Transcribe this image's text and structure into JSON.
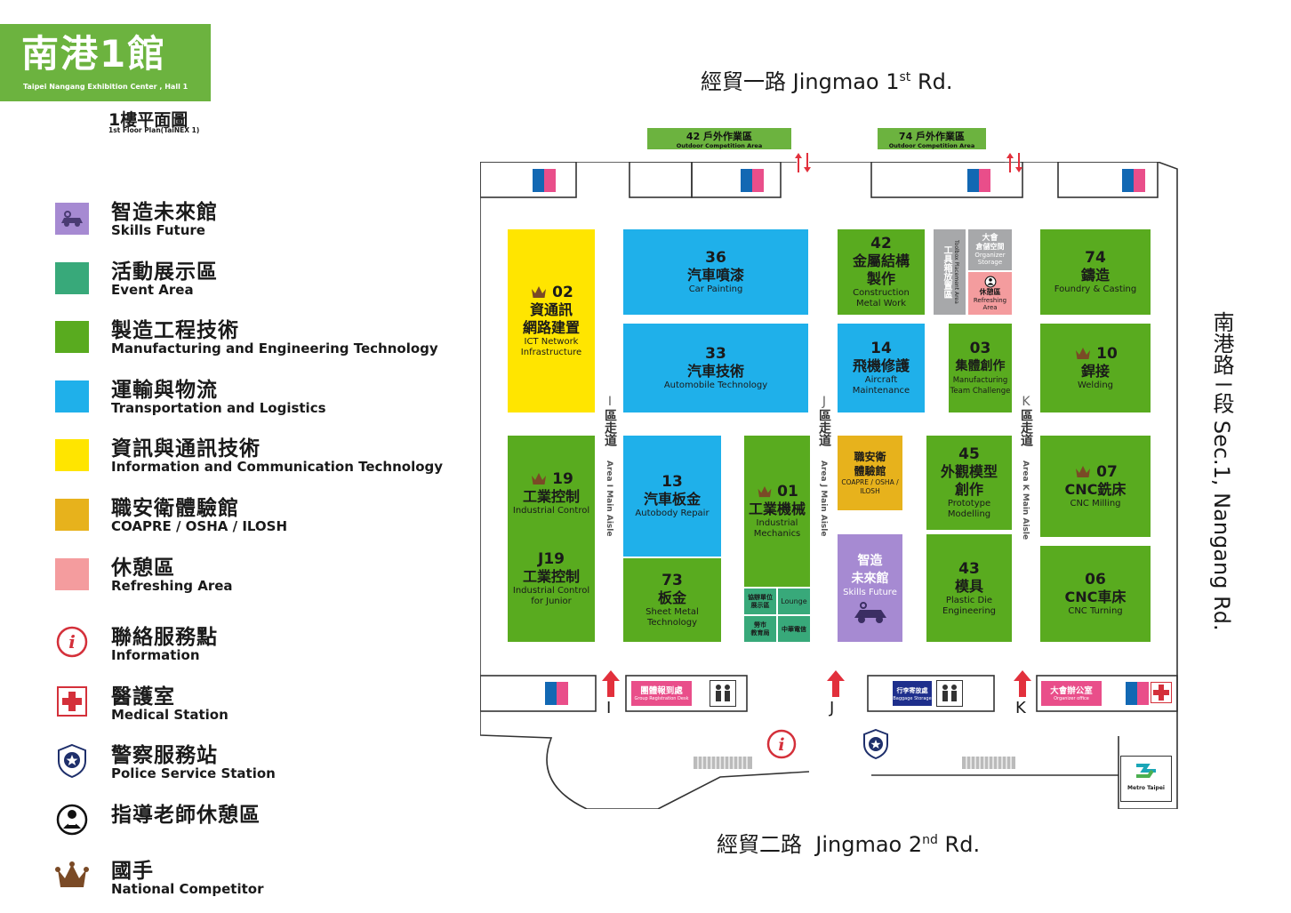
{
  "header": {
    "title": "南港1館",
    "subtitle": "Taipei Nangang Exhibition Center , Hall 1",
    "floor_title": "1樓平面圖",
    "floor_subtitle": "1st Floor Plan(TaiNEX 1)"
  },
  "colors": {
    "skills_future": "#a68ad2",
    "event_area": "#38a97a",
    "manufacturing": "#59ab1f",
    "transportation": "#1fb0ea",
    "ict": "#ffe500",
    "coapre": "#e7b21c",
    "refreshing": "#f49c9e",
    "crown": "#7a4a26"
  },
  "legend": [
    {
      "zh": "智造未來館",
      "en": "Skills Future",
      "kind": "icon-swatch"
    },
    {
      "zh": "活動展示區",
      "en": "Event Area",
      "kind": "swatch"
    },
    {
      "zh": "製造工程技術",
      "en": "Manufacturing and Engineering Technology",
      "kind": "swatch"
    },
    {
      "zh": "運輸與物流",
      "en": "Transportation and Logistics",
      "kind": "swatch"
    },
    {
      "zh": "資訊與通訊技術",
      "en": "Information and Communication Technology",
      "kind": "swatch"
    },
    {
      "zh": "職安衛體驗館",
      "en": "COAPRE / OSHA / ILOSH",
      "kind": "swatch"
    },
    {
      "zh": "休憩區",
      "en": "Refreshing Area",
      "kind": "swatch"
    },
    {
      "zh": "聯絡服務點",
      "en": "Information",
      "kind": "info-icon"
    },
    {
      "zh": "醫護室",
      "en": "Medical Station",
      "kind": "medical-icon"
    },
    {
      "zh": "警察服務站",
      "en": "Police Service Station",
      "kind": "police-icon"
    },
    {
      "zh": "指導老師休憩區",
      "en": "",
      "kind": "teacher-icon"
    },
    {
      "zh": "國手",
      "en": "National Competitor",
      "kind": "crown-icon"
    }
  ],
  "roads": {
    "top_zh": "經貿一路",
    "top_en": "Jingmao 1",
    "top_sup": "st",
    "top_suffix": "Rd.",
    "bottom_zh": "經貿二路",
    "bottom_en": "Jingmao 2",
    "bottom_sup": "nd",
    "bottom_suffix": "Rd.",
    "right": "南港路ㄧ段 Sec.1, Nangang Rd."
  },
  "outdoor": [
    {
      "zh": "42 戶外作業區",
      "en": "Outdoor Competition Area"
    },
    {
      "zh": "74 戶外作業區",
      "en": "Outdoor Competition Area"
    }
  ],
  "booths": {
    "b02": {
      "num": "02",
      "zh1": "資通訊",
      "zh2": "網路建置",
      "en1": "ICT Network",
      "en2": "Infrastructure"
    },
    "b36": {
      "num": "36",
      "zh": "汽車噴漆",
      "en": "Car Painting"
    },
    "b33": {
      "num": "33",
      "zh": "汽車技術",
      "en": "Automobile Technology"
    },
    "b42": {
      "num": "42",
      "zh1": "金屬結構",
      "zh2": "製作",
      "en1": "Construction",
      "en2": "Metal Work"
    },
    "toolbox": {
      "zh": "工具箱放置區",
      "en": "Toolbox Placement Area"
    },
    "organizer": {
      "zh1": "大會",
      "zh2": "倉儲空間",
      "en1": "Organizer",
      "en2": "Storage"
    },
    "rest": {
      "zh": "休憩區",
      "en1": "Refreshing",
      "en2": "Area"
    },
    "b74": {
      "num": "74",
      "zh": "鑄造",
      "en": "Foundry & Casting"
    },
    "b14": {
      "num": "14",
      "zh": "飛機修護",
      "en1": "Aircraft",
      "en2": "Maintenance"
    },
    "b03": {
      "num": "03",
      "zh": "集體創作",
      "en1": "Manufacturing",
      "en2": "Team Challenge"
    },
    "b10": {
      "num": "10",
      "zh": "銲接",
      "en": "Welding"
    },
    "b19": {
      "num": "19",
      "zh": "工業控制",
      "en": "Industrial Control"
    },
    "j19": {
      "num": "J19",
      "zh": "工業控制",
      "en1": "Industrial Control",
      "en2": "for Junior"
    },
    "b13": {
      "num": "13",
      "zh": "汽車板金",
      "en": "Autobody Repair"
    },
    "b73": {
      "num": "73",
      "zh": "板金",
      "en1": "Sheet Metal",
      "en2": "Technology"
    },
    "b01": {
      "num": "01",
      "zh": "工業機械",
      "en1": "Industrial",
      "en2": "Mechanics"
    },
    "e1": {
      "zh1": "協辦單位",
      "zh2": "展示區"
    },
    "e2": {
      "en": "Lounge"
    },
    "e3": {
      "zh1": "勞市",
      "zh2": "教育局"
    },
    "e4": {
      "zh": "中華電信"
    },
    "coapre": {
      "zh1": "職安衛",
      "zh2": "體驗館",
      "en1": "COAPRE / OSHA /",
      "en2": "ILOSH"
    },
    "skills": {
      "zh1": "智造",
      "zh2": "未來館",
      "en": "Skills Future"
    },
    "b45": {
      "num": "45",
      "zh1": "外觀模型",
      "zh2": "創作",
      "en1": "Prototype",
      "en2": "Modelling"
    },
    "b43": {
      "num": "43",
      "zh": "模具",
      "en1": "Plastic Die",
      "en2": "Engineering"
    },
    "b07": {
      "num": "07",
      "zh": "CNC銑床",
      "en": "CNC Milling"
    },
    "b06": {
      "num": "06",
      "zh": "CNC車床",
      "en": "CNC Turning"
    }
  },
  "aisles": {
    "i": {
      "letter": "I",
      "zh": "區走道",
      "en": "Area I Main Aisle"
    },
    "j": {
      "letter": "J",
      "zh": "區走道",
      "en": "Area J Main Aisle"
    },
    "k": {
      "letter": "K",
      "zh": "區走道",
      "en": "Area K Main Aisle"
    }
  },
  "entrances": [
    "I",
    "J",
    "K"
  ],
  "services": {
    "group_desk_zh": "團體報到處",
    "group_desk_en": "Group Registration Desk",
    "baggage_zh": "行李寄放處",
    "baggage_en": "Baggage Storage",
    "office_zh": "大會辦公室",
    "office_en": "Organizer office",
    "metro": "Metro Taipei"
  }
}
